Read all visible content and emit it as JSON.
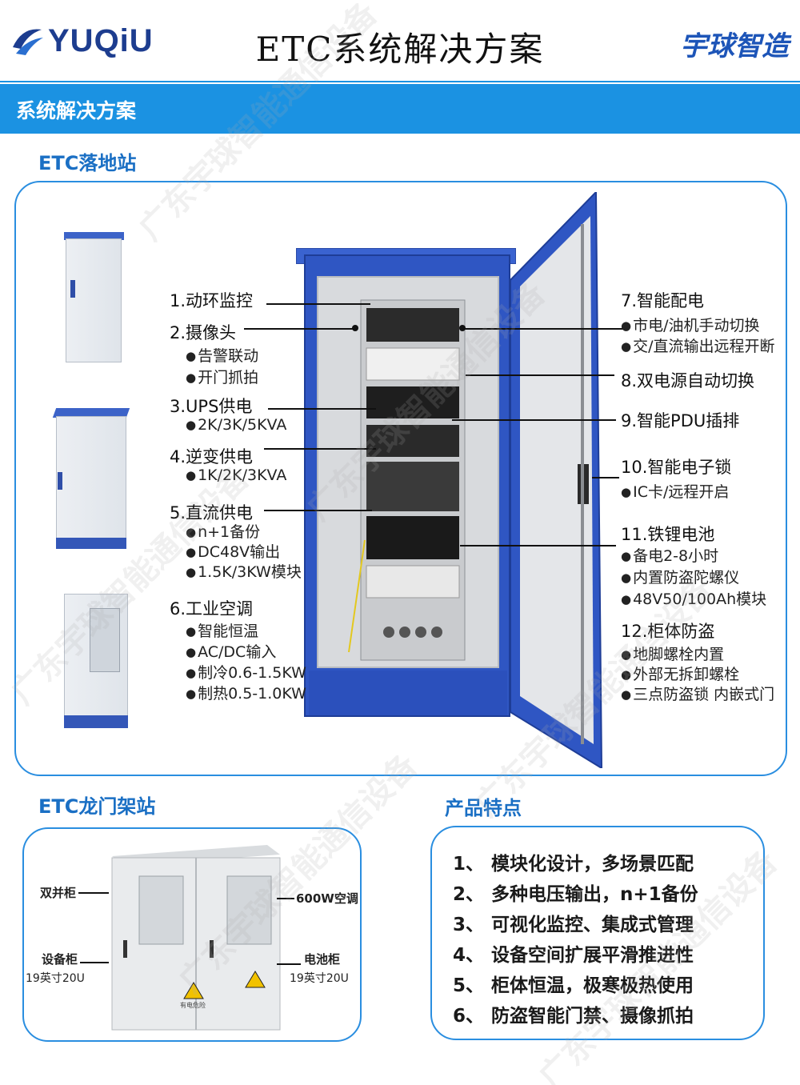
{
  "header": {
    "logo_text": "YUQiU",
    "title": "ETC系统解决方案",
    "brand": "宇球智造"
  },
  "section_bar": "系统解决方案",
  "watermark": "广东宇球智能通信设备",
  "floor_station": {
    "heading": "ETC落地站",
    "left_items": [
      {
        "title": "1.动环监控",
        "bullets": []
      },
      {
        "title": "2.摄像头",
        "bullets": [
          "告警联动",
          "开门抓拍"
        ]
      },
      {
        "title": "3.UPS供电",
        "bullets": [
          "2K/3K/5KVA"
        ]
      },
      {
        "title": "4.逆变供电",
        "bullets": [
          "1K/2K/3KVA"
        ]
      },
      {
        "title": "5.直流供电",
        "bullets": [
          "n+1备份",
          "DC48V输出",
          "1.5K/3KW模块"
        ]
      },
      {
        "title": "6.工业空调",
        "bullets": [
          "智能恒温",
          "AC/DC输入",
          "制冷0.6-1.5KW",
          "制热0.5-1.0KW"
        ]
      }
    ],
    "right_items": [
      {
        "title": "7.智能配电",
        "bullets": [
          "市电/油机手动切换",
          "交/直流输出远程开断"
        ]
      },
      {
        "title": "8.双电源自动切换",
        "bullets": []
      },
      {
        "title": "9.智能PDU插排",
        "bullets": []
      },
      {
        "title": "10.智能电子锁",
        "bullets": [
          "IC卡/远程开启"
        ]
      },
      {
        "title": "11.铁锂电池",
        "bullets": [
          "备电2-8小时",
          "内置防盗陀螺仪",
          "48V50/100Ah模块"
        ]
      },
      {
        "title": "12.柜体防盗",
        "bullets": [
          "地脚螺栓内置",
          "外部无拆卸螺栓",
          "三点防盗锁 内嵌式门"
        ]
      }
    ]
  },
  "gantry_station": {
    "heading": "ETC龙门架站",
    "labels": {
      "double": "双并柜",
      "equipment": "设备柜",
      "equipment_spec": "19英寸20U",
      "aircon": "600W空调",
      "battery": "电池柜",
      "battery_spec": "19英寸20U"
    },
    "warning_text": "有电危险"
  },
  "features": {
    "heading": "产品特点",
    "items": [
      {
        "num": "1、",
        "text": "模块化设计，多场景匹配"
      },
      {
        "num": "2、",
        "text": "多种电压输出，n+1备份"
      },
      {
        "num": "3、",
        "text": "可视化监控、集成式管理"
      },
      {
        "num": "4、",
        "text": "设备空间扩展平滑推进性"
      },
      {
        "num": "5、",
        "text": "柜体恒温，极寒极热使用"
      },
      {
        "num": "6、",
        "text": "防盗智能门禁、摄像抓拍"
      }
    ]
  },
  "colors": {
    "accent": "#1b92e2",
    "cabinet_blue": "#2f56c3",
    "heading_blue": "#1a6fc4"
  }
}
